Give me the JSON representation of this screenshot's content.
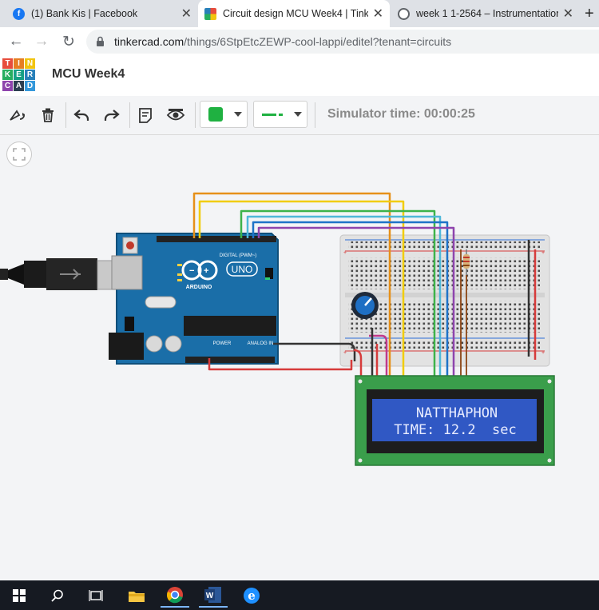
{
  "browser": {
    "tabs": [
      {
        "title": "(1) Bank Kis | Facebook",
        "icon": "facebook-icon",
        "active": false
      },
      {
        "title": "Circuit design MCU Week4 | Tink",
        "icon": "tinkercad-icon",
        "active": true
      },
      {
        "title": "week 1 1-2564 – Instrumentation",
        "icon": "globe-icon",
        "active": false
      }
    ],
    "close_glyph": "✕",
    "new_tab_glyph": "+",
    "url_host": "tinkercad.com",
    "url_path": "/things/6StpEtcZEWP-cool-lappi/editel?tenant=circuits"
  },
  "app": {
    "logo_letters": [
      "T",
      "I",
      "N",
      "K",
      "E",
      "R",
      "C",
      "A",
      "D"
    ],
    "logo_colors": [
      "#e74c3c",
      "#e67e22",
      "#f1c40f",
      "#27ae60",
      "#16a085",
      "#2980b9",
      "#8e44ad",
      "#2c3e50",
      "#3498db"
    ],
    "project_title": "MCU Week4"
  },
  "toolbar": {
    "simulator_time": "Simulator time: 00:00:25",
    "fill_color": "#1fb141",
    "wire_color": "#1fb141"
  },
  "circuit": {
    "lcd_line1": "NATTHAPHON",
    "lcd_line2": "TIME: 12.2  sec",
    "arduino_brand": "ARDUINO",
    "arduino_model": "UNO",
    "digital_label": "DIGITAL (PWM~)",
    "power_label": "POWER",
    "analog_label": "ANALOG IN"
  },
  "taskbar": {
    "items": [
      "windows-start-icon",
      "search-icon",
      "task-view-icon",
      "file-explorer-icon",
      "chrome-icon",
      "word-icon",
      "edge-icon"
    ]
  }
}
